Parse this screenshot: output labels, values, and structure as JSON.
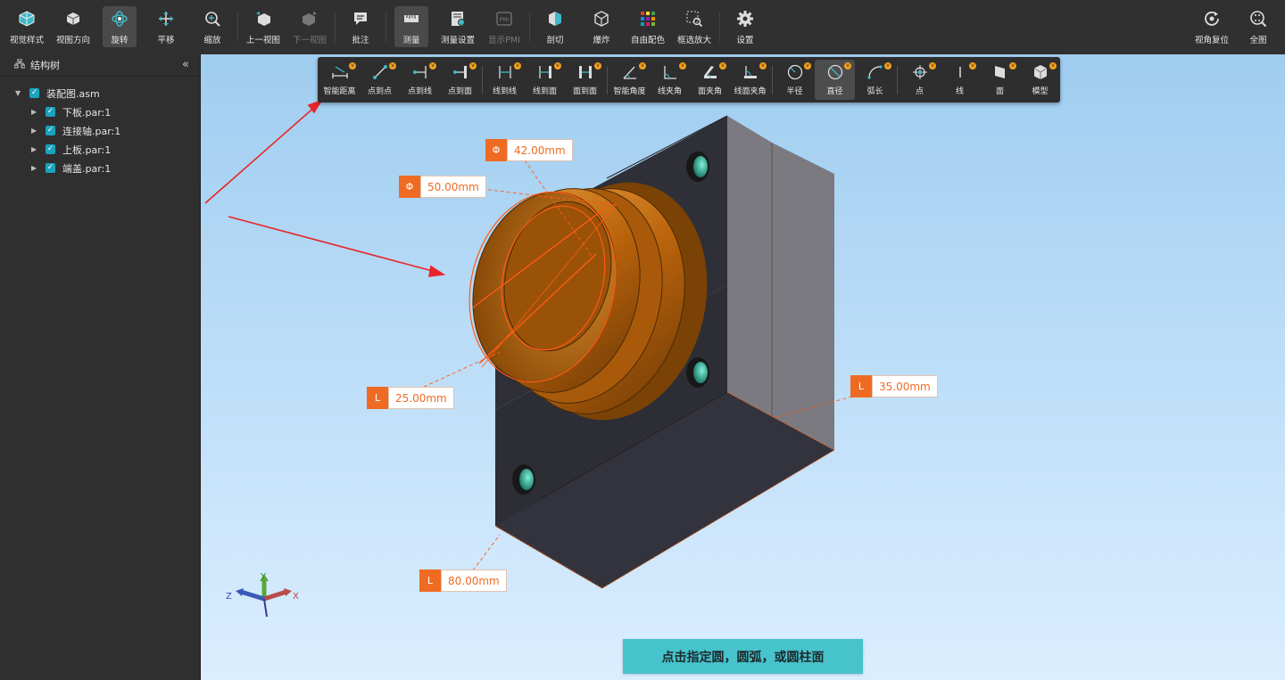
{
  "toolbar": {
    "items": [
      {
        "label": "视觉样式",
        "icon": "visual-style-icon"
      },
      {
        "label": "视图方向",
        "icon": "view-direction-icon"
      },
      {
        "label": "旋转",
        "icon": "rotate-icon",
        "active": true
      },
      {
        "label": "平移",
        "icon": "pan-icon"
      },
      {
        "label": "缩放",
        "icon": "zoom-icon"
      },
      {
        "label": "上一视图",
        "icon": "prev-view-icon"
      },
      {
        "label": "下一视图",
        "icon": "next-view-icon",
        "disabled": true
      },
      {
        "label": "批注",
        "icon": "annotation-icon"
      },
      {
        "label": "测量",
        "icon": "measure-icon",
        "active": true
      },
      {
        "label": "测量设置",
        "icon": "measure-settings-icon"
      },
      {
        "label": "显示PMI",
        "icon": "pmi-icon",
        "disabled": true
      },
      {
        "label": "剖切",
        "icon": "section-icon"
      },
      {
        "label": "爆炸",
        "icon": "explode-icon"
      },
      {
        "label": "自由配色",
        "icon": "color-palette-icon"
      },
      {
        "label": "框选放大",
        "icon": "box-zoom-icon"
      },
      {
        "label": "设置",
        "icon": "gear-icon"
      }
    ],
    "right": [
      {
        "label": "视角复位",
        "icon": "reset-view-icon"
      },
      {
        "label": "全图",
        "icon": "fit-all-icon"
      }
    ]
  },
  "sidebar": {
    "title": "结构树",
    "collapse_glyph": "«",
    "tree": [
      {
        "label": "装配图.asm",
        "level": 0,
        "expanded": true
      },
      {
        "label": "下板.par:1",
        "level": 1
      },
      {
        "label": "连接轴.par:1",
        "level": 1
      },
      {
        "label": "上板.par:1",
        "level": 1
      },
      {
        "label": "端盖.par:1",
        "level": 1
      }
    ]
  },
  "measure_toolbar": {
    "items": [
      {
        "label": "智能距离",
        "icon": "smart-distance-icon"
      },
      {
        "label": "点到点",
        "icon": "point-to-point-icon"
      },
      {
        "label": "点到线",
        "icon": "point-to-line-icon"
      },
      {
        "label": "点到面",
        "icon": "point-to-face-icon"
      },
      {
        "label": "线到线",
        "icon": "line-to-line-icon"
      },
      {
        "label": "线到面",
        "icon": "line-to-face-icon"
      },
      {
        "label": "面到面",
        "icon": "face-to-face-icon"
      },
      {
        "label": "智能角度",
        "icon": "smart-angle-icon"
      },
      {
        "label": "线夹角",
        "icon": "line-angle-icon"
      },
      {
        "label": "面夹角",
        "icon": "face-angle-icon"
      },
      {
        "label": "线面夹角",
        "icon": "line-face-angle-icon"
      },
      {
        "label": "半径",
        "icon": "radius-icon"
      },
      {
        "label": "直径",
        "icon": "diameter-icon",
        "active": true
      },
      {
        "label": "弧长",
        "icon": "arc-length-icon"
      },
      {
        "label": "点",
        "icon": "point-icon"
      },
      {
        "label": "线",
        "icon": "line-icon"
      },
      {
        "label": "面",
        "icon": "face-icon"
      },
      {
        "label": "模型",
        "icon": "model-icon"
      }
    ],
    "badge": "v"
  },
  "dimensions": [
    {
      "tag": "Φ",
      "value": "42.00mm"
    },
    {
      "tag": "Φ",
      "value": "50.00mm"
    },
    {
      "tag": "L",
      "value": "25.00mm"
    },
    {
      "tag": "L",
      "value": "35.00mm"
    },
    {
      "tag": "L",
      "value": "80.00mm"
    }
  ],
  "axes": {
    "x": "X",
    "y": "Y",
    "z": "Z"
  },
  "hint": "点击指定圆，圆弧，或圆柱面",
  "colors": {
    "accent": "#ef6b23",
    "hint_bg": "#47c3cc",
    "check": "#1aa3c0",
    "part": "#c26a0e",
    "block": "#3a3a44"
  }
}
